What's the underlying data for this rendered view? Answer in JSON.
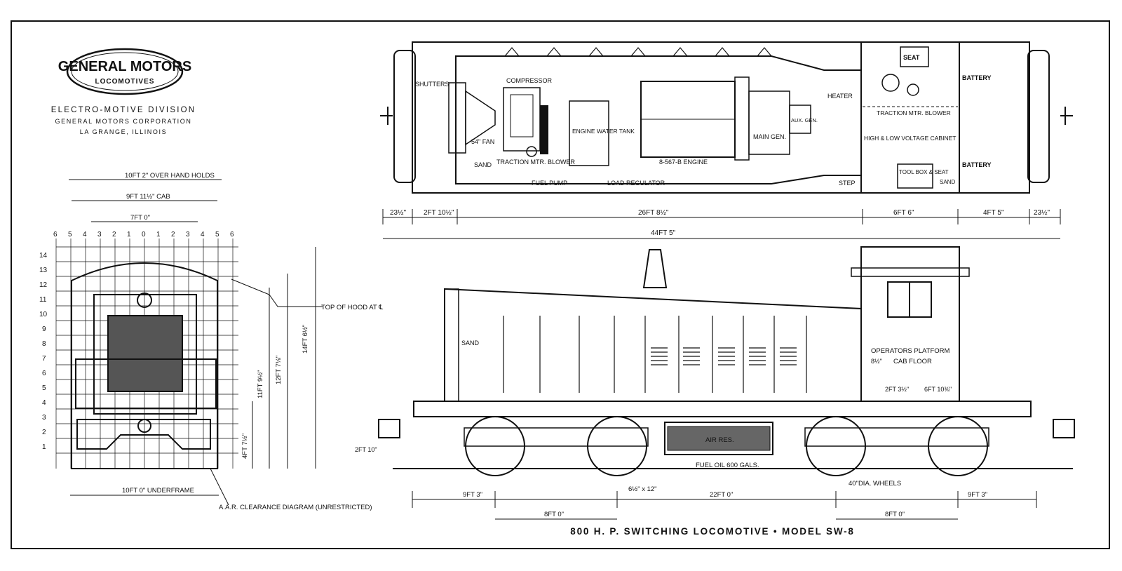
{
  "logo": {
    "line1": "GENERAL MOTORS",
    "line2": "LOCOMOTIVES"
  },
  "company": {
    "division": "ELECTRO-MOTIVE DIVISION",
    "corporation": "GENERAL MOTORS CORPORATION",
    "location": "LA GRANGE, ILLINOIS"
  },
  "title": "800 H. P. SWITCHING LOCOMOTIVE • MODEL SW-8",
  "plan_view": {
    "labels": {
      "shutters": "SHUTTERS",
      "compressor": "COMPRESSOR",
      "fan": "54\" FAN",
      "sand": "SAND",
      "traction_blower": "TRACTION MTR. BLOWER",
      "water_tank": "ENGINE WATER TANK",
      "engine": "8-567-B ENGINE",
      "main_gen": "MAIN GEN.",
      "aux_gen": "AUX. GEN.",
      "heater": "HEATER",
      "seat": "SEAT",
      "battery_top": "BATTERY",
      "battery_bottom": "BATTERY",
      "cab_blower": "TRACTION MTR. BLOWER",
      "cabinet": "HIGH & LOW VOLTAGE CABINET",
      "toolbox": "TOOL BOX & SEAT",
      "sand_cab": "SAND",
      "step": "STEP",
      "fuel_pump": "FUEL PUMP",
      "load_regulator": "LOAD REGULATOR"
    },
    "dims": {
      "d1": "23½\"",
      "d2": "2FT 10½\"",
      "d3": "26FT 8½\"",
      "d4": "6FT 6\"",
      "d5": "4FT 5\"",
      "d6": "23½\"",
      "overall": "44FT 5\""
    }
  },
  "end_view": {
    "dims": {
      "over_handholds": "10FT 2\" OVER HAND HOLDS",
      "cab": "9FT 11½\" CAB",
      "width7": "7FT 0\"",
      "underframe": "10FT 0\" UNDERFRAME",
      "h_total": "14FT 6½\"",
      "h_12": "12FT 7⅛\"",
      "h_11": "11FT 9½\"",
      "h_4": "4FT 7½\""
    },
    "top_of_hood": "TOP OF HOOD AT ℄",
    "clearance": "A.A.R. CLEARANCE DIAGRAM (UNRESTRICTED)",
    "grid_cols": [
      "6",
      "5",
      "4",
      "3",
      "2",
      "1",
      "0",
      "1",
      "2",
      "3",
      "4",
      "5",
      "6"
    ],
    "grid_rows": [
      "14",
      "13",
      "12",
      "11",
      "10",
      "9",
      "8",
      "7",
      "6",
      "5",
      "4",
      "3",
      "2",
      "1"
    ]
  },
  "side_view": {
    "labels": {
      "sand": "SAND",
      "operators_platform": "OPERATORS PLATFORM",
      "cab_floor": "CAB FLOOR",
      "air_res": "AIR RES.",
      "fuel_oil": "FUEL OIL 600 GALS.",
      "wheels": "40\"DIA. WHEELS",
      "axle": "6½\" x 12\""
    },
    "dims": {
      "platform_gap": "8½\"",
      "h_210": "2FT 10\"",
      "h_2312": "2FT 3½\"",
      "h_6108": "6FT 10⅜\"",
      "b1": "9FT 3\"",
      "b2": "22FT 0\"",
      "b3": "9FT 3\"",
      "wb1": "8FT 0\"",
      "wb2": "8FT 0\""
    }
  }
}
